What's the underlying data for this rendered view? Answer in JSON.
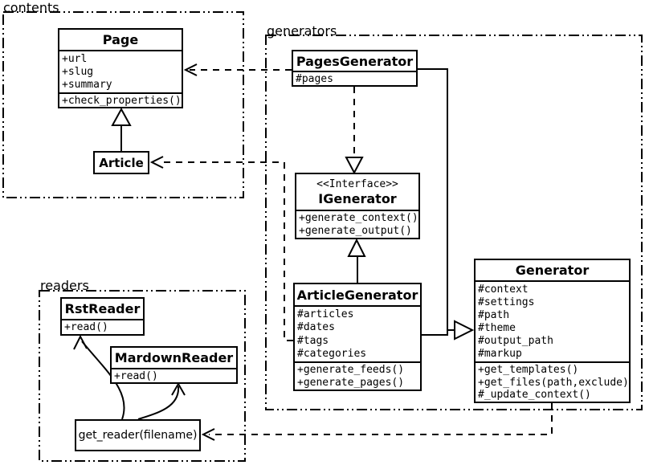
{
  "diagram": {
    "colors": {
      "stroke": "#000000",
      "background": "#ffffff"
    },
    "packages": {
      "contents": {
        "label": "contents"
      },
      "generators": {
        "label": "generators"
      },
      "readers": {
        "label": "readers"
      }
    },
    "classes": {
      "page": {
        "title": "Page",
        "attributes": [
          "+url",
          "+slug",
          "+summary"
        ],
        "methods": [
          "+check_properties()"
        ]
      },
      "article": {
        "title": "Article"
      },
      "pages_generator": {
        "title": "PagesGenerator",
        "attributes": [
          "#pages"
        ]
      },
      "igenerator": {
        "stereotype": "<<Interface>>",
        "title": "IGenerator",
        "methods": [
          "+generate_context()",
          "+generate_output()"
        ]
      },
      "article_generator": {
        "title": "ArticleGenerator",
        "attributes": [
          "#articles",
          "#dates",
          "#tags",
          "#categories"
        ],
        "methods": [
          "+generate_feeds()",
          "+generate_pages()"
        ]
      },
      "generator": {
        "title": "Generator",
        "attributes": [
          "#context",
          "#settings",
          "#path",
          "#theme",
          "#output_path",
          "#markup"
        ],
        "methods": [
          "+get_templates()",
          "+get_files(path,exclude)",
          "#_update_context()"
        ]
      },
      "rst_reader": {
        "title": "RstReader",
        "methods": [
          "+read()"
        ]
      },
      "markdown_reader": {
        "title": "MardownReader",
        "methods": [
          "+read()"
        ]
      },
      "get_reader": {
        "title": "get_reader(filename)"
      }
    }
  }
}
